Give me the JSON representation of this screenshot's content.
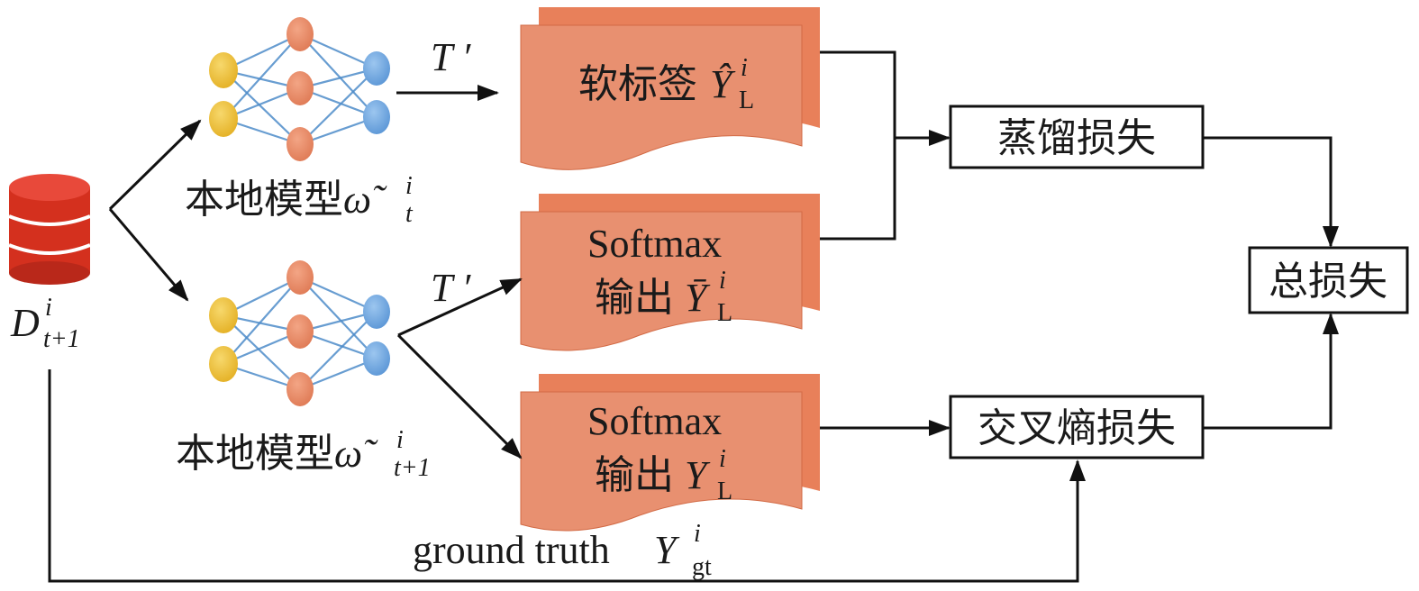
{
  "dataset_label": {
    "base": "D",
    "sup": "i",
    "sub": "t+1"
  },
  "model_top_label": {
    "text": "本地模型",
    "sym": "ω̃",
    "sup": "i",
    "sub": "t"
  },
  "model_bottom_label": {
    "text": "本地模型",
    "sym": "ω̃",
    "sup": "i",
    "sub": "t+1"
  },
  "temp_label_top": "T ′",
  "temp_label_bottom": "T ′",
  "doc_soft": {
    "text": "软标签",
    "sym": "Ŷ",
    "sup": "i",
    "sub": "L"
  },
  "doc_softmax_t": {
    "line1": "Softmax",
    "line2": "输出",
    "sym": "Ȳ",
    "sup": "i",
    "sub": "L"
  },
  "doc_softmax": {
    "line1": "Softmax",
    "line2": "输出",
    "sym": "Y",
    "sup": "i",
    "sub": "L"
  },
  "box_distill": "蒸馏损失",
  "box_ce": "交叉熵损失",
  "box_total": "总损失",
  "ground_truth": {
    "text": "ground truth ",
    "sym": "Y",
    "sup": "i",
    "sub": "gt"
  },
  "colors": {
    "node_yellow": "#f2c43c",
    "node_orange": "#ea8d68",
    "node_blue": "#6fa8e0",
    "edge_blue": "#4e8cc9",
    "doc_fill": "#e89070",
    "db_red": "#d4301e"
  }
}
